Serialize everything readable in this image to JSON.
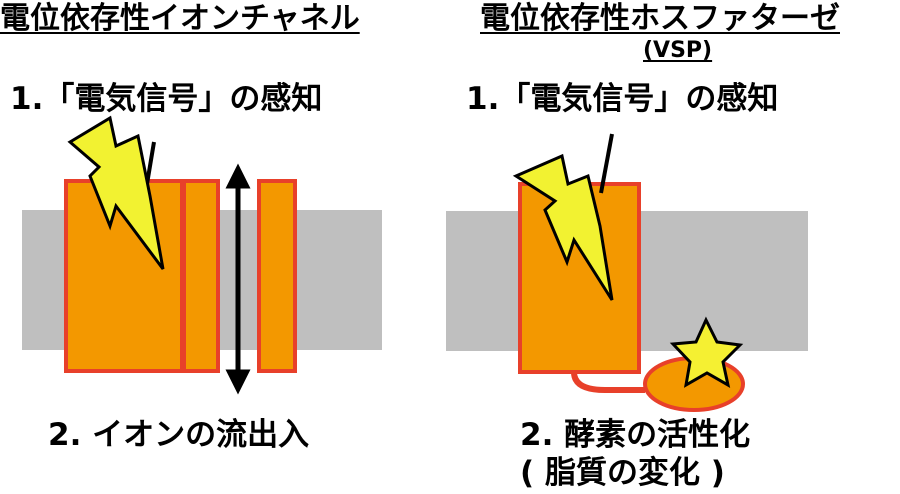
{
  "left_panel": {
    "title": "電位依存性イオンチャネル",
    "label_sensing": "1.「電気信号」の感知",
    "label_flow": "2. イオンの流出入"
  },
  "right_panel": {
    "title": "電位依存性ホスファターゼ",
    "subtitle": "(VSP)",
    "label_sensing": "1.「電気信号」の感知",
    "label_enzyme": "2. 酵素の活性化",
    "label_lipid": "( 脂質の変化 )"
  },
  "colors": {
    "membrane": "#bfbfbf",
    "protein_fill": "#f39800",
    "protein_stroke": "#e8402a",
    "bolt_fill": "#f2f231",
    "star_fill": "#f5f032",
    "outline": "#000000"
  }
}
